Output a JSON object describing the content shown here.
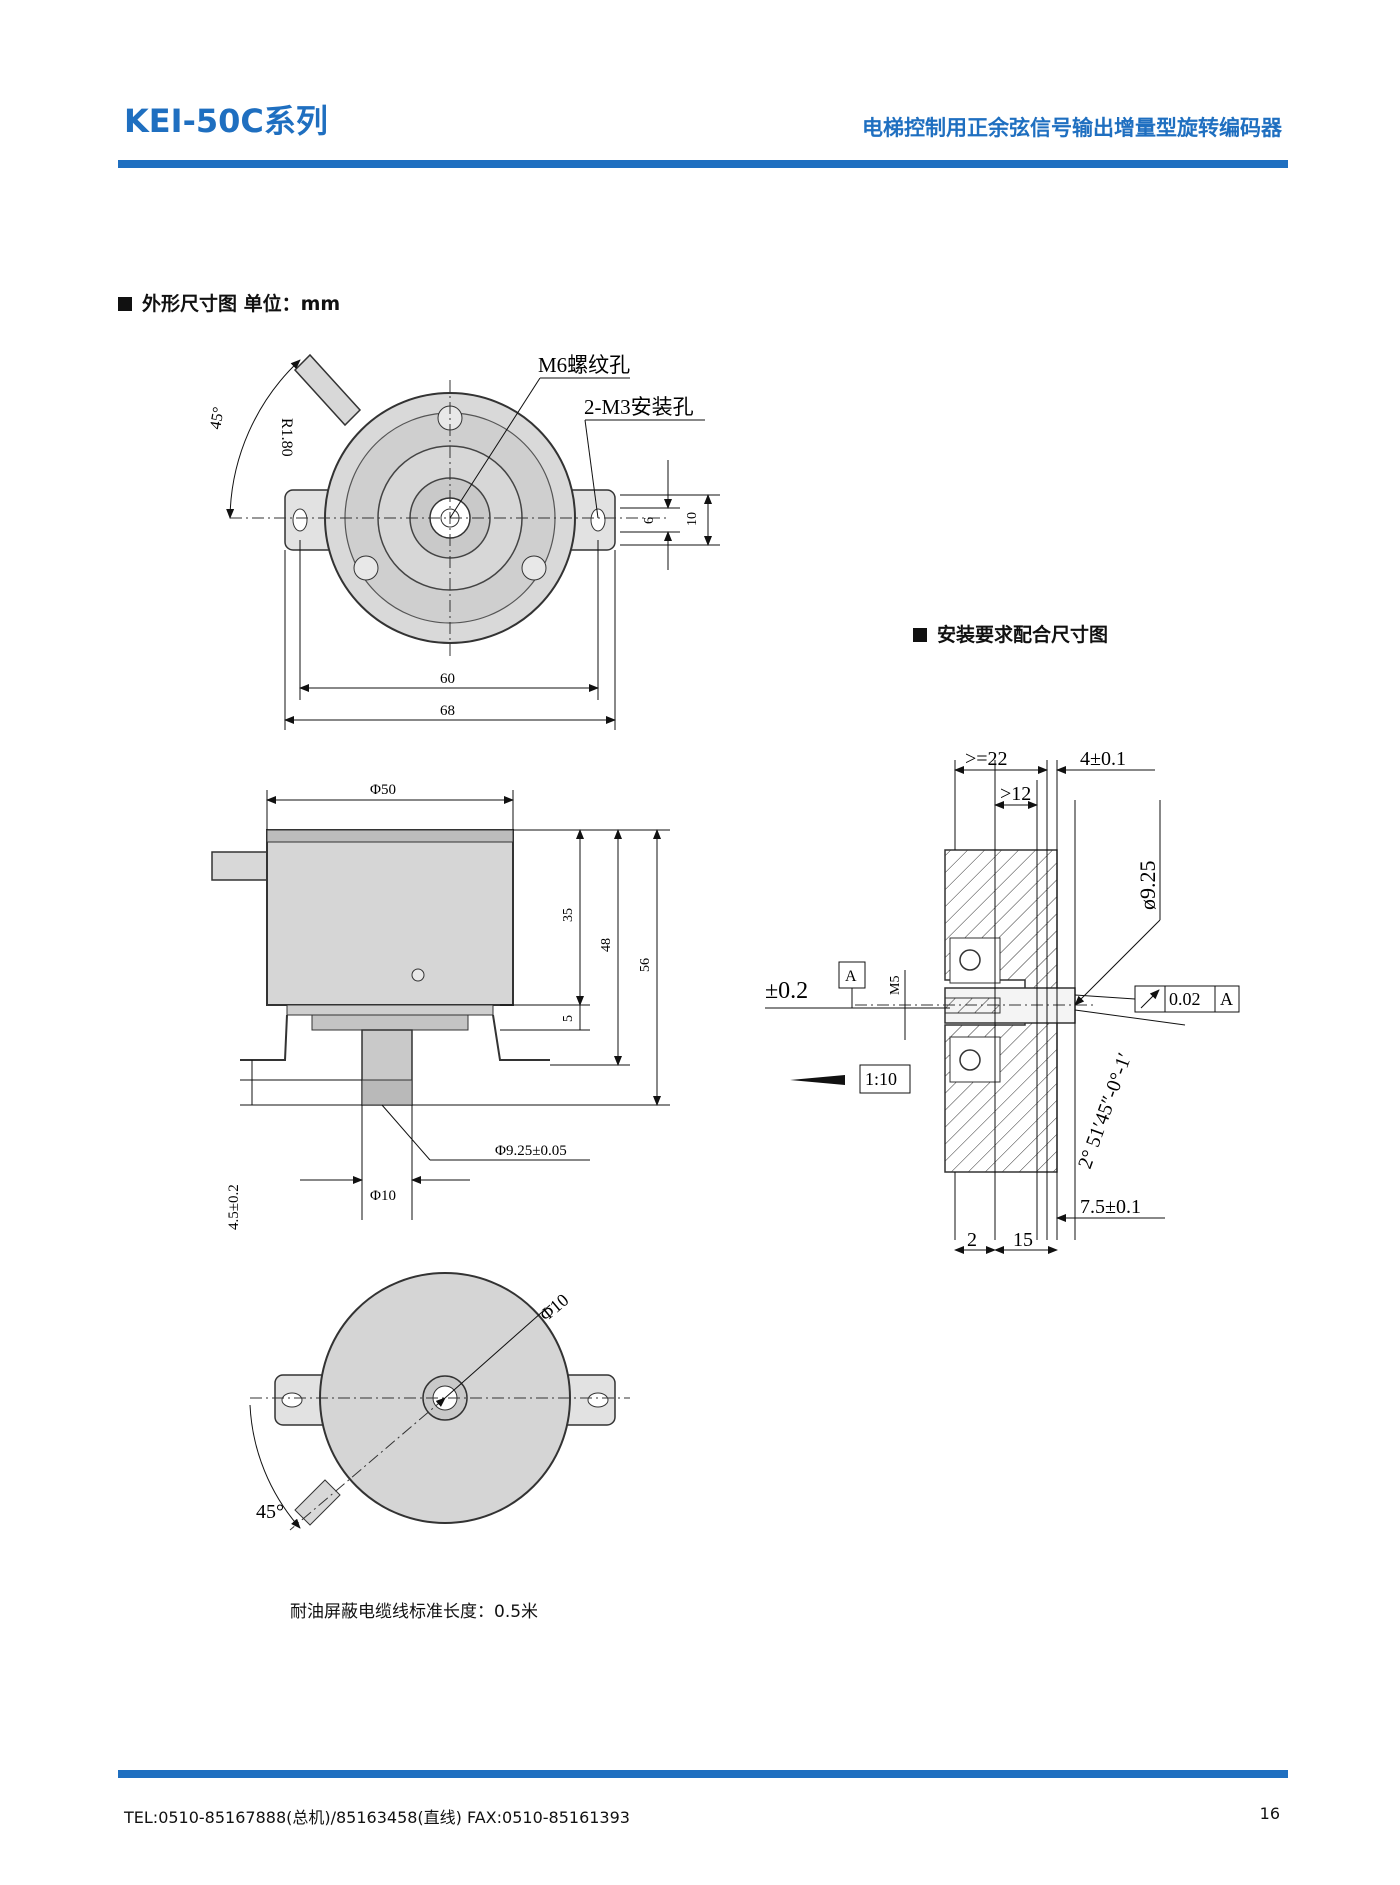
{
  "header": {
    "series": "KEI-50C系列",
    "subtitle": "电梯控制用正余弦信号输出增量型旋转编码器"
  },
  "section_outline": "外形尺寸图  单位：mm",
  "section_install": "安装要求配合尺寸图",
  "drawing_top": {
    "label_m6": "M6螺纹孔",
    "label_m3": "2-M3安装孔",
    "angle": "45°",
    "radius": "R1.80",
    "dim_6": "6",
    "dim_10": "10",
    "dim_60": "60",
    "dim_68": "68"
  },
  "drawing_side": {
    "dia_50": "Φ50",
    "dim_35": "35",
    "dim_48": "48",
    "dim_56": "56",
    "dim_5": "5",
    "shaft_dia": "Φ9.25±0.05",
    "dia_10": "Φ10",
    "shaft_len": "4.5±0.2"
  },
  "drawing_bottom": {
    "dia_10": "Φ10",
    "angle": "45°"
  },
  "drawing_install": {
    "dim_ge22": ">=22",
    "dim_4": "4±0.1",
    "dim_gt12": ">12",
    "dia_925": "ø9.25",
    "tol_02": "±0.2",
    "datum_a": "A",
    "m5": "M5",
    "runout": "0.02",
    "taper": "1:10",
    "angle_text": "2° 51′45″-0°-1′",
    "dim_75": "7.5±0.1",
    "dim_2": "2",
    "dim_15": "15"
  },
  "note": "耐油屏蔽电缆线标准长度：0.5米",
  "footer": {
    "contact": "TEL:0510-85167888(总机)/85163458(直线)     FAX:0510-85161393",
    "page": "16"
  }
}
